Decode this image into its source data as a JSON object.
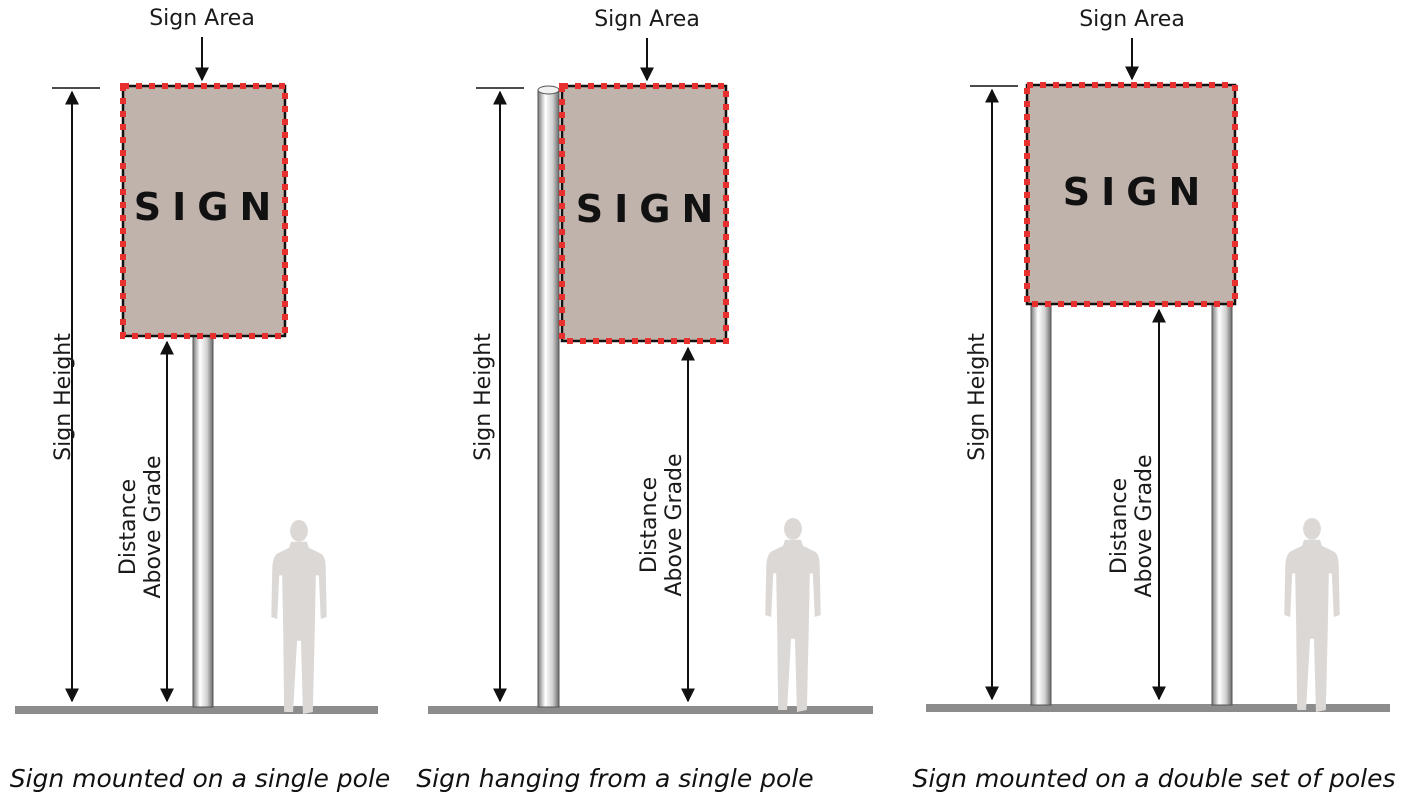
{
  "diagrams": [
    {
      "sign_area_label": "Sign Area",
      "sign_text": "SIGN",
      "height_label": "Sign Height",
      "distance_label_line1": "Distance",
      "distance_label_line2": "Above Grade",
      "caption": "Sign mounted on a single pole"
    },
    {
      "sign_area_label": "Sign Area",
      "sign_text": "SIGN",
      "height_label": "Sign Height",
      "distance_label_line1": "Distance",
      "distance_label_line2": "Above Grade",
      "caption": "Sign hanging from a single pole"
    },
    {
      "sign_area_label": "Sign Area",
      "sign_text": "SIGN",
      "height_label": "Sign Height",
      "distance_label_line1": "Distance",
      "distance_label_line2": "Above Grade",
      "caption": "Sign mounted on a double set of poles"
    }
  ],
  "colors": {
    "sign_fill": "#c0b3ac",
    "dash_red": "#e8312f",
    "ground": "#8c8c8c",
    "person": "#dcd8d6",
    "arrow": "#111111"
  }
}
